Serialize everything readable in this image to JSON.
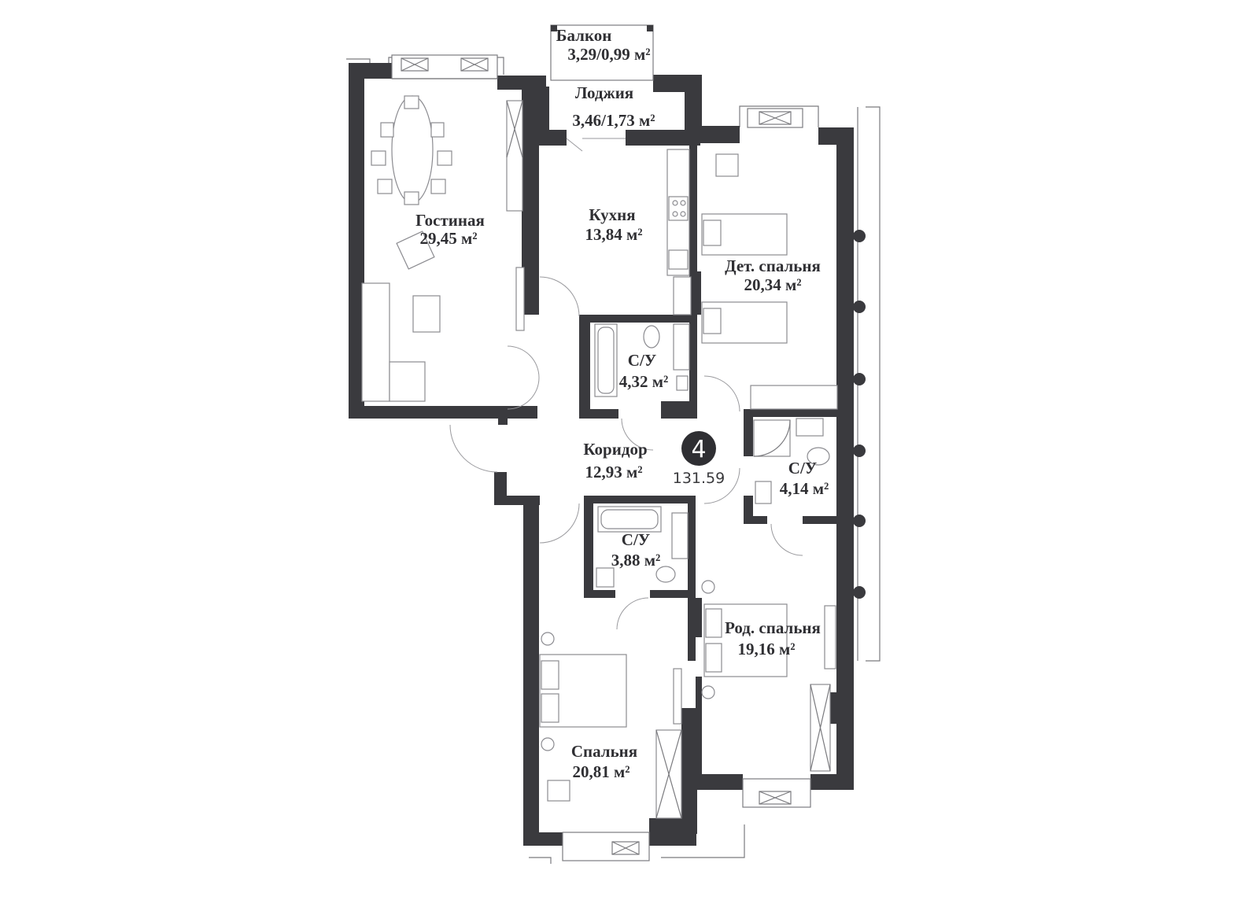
{
  "colors": {
    "wall": "#3a3a3e",
    "line": "#7a7a7e",
    "text": "#2f2f33",
    "background": "#ffffff"
  },
  "unit": {
    "number": "4",
    "total_area": "131.59"
  },
  "rooms": {
    "balcony": {
      "name": "Балкон",
      "area": "3,29/0,99 м²"
    },
    "loggia": {
      "name": "Лоджия",
      "area": "3,46/1,73 м²"
    },
    "living": {
      "name": "Гостиная",
      "area": "29,45 м²"
    },
    "kitchen": {
      "name": "Кухня",
      "area": "13,84 м²"
    },
    "kids_bedroom": {
      "name": "Дет. спальня",
      "area": "20,34 м²"
    },
    "bath1": {
      "name": "С/У",
      "area": "4,32 м²"
    },
    "corridor": {
      "name": "Коридор",
      "area": "12,93 м²"
    },
    "bath2": {
      "name": "С/У",
      "area": "4,14 м²"
    },
    "bath3": {
      "name": "С/У",
      "area": "3,88 м²"
    },
    "master_bedroom": {
      "name": "Род. спальня",
      "area": "19,16 м²"
    },
    "bedroom": {
      "name": "Спальня",
      "area": "20,81 м²"
    }
  },
  "icons": [
    "window-icon",
    "door-swing-icon",
    "bed-icon",
    "chair-icon",
    "sofa-icon",
    "bathtub-icon",
    "toilet-icon",
    "sink-icon",
    "stove-icon",
    "shower-icon",
    "radiator-icon"
  ]
}
